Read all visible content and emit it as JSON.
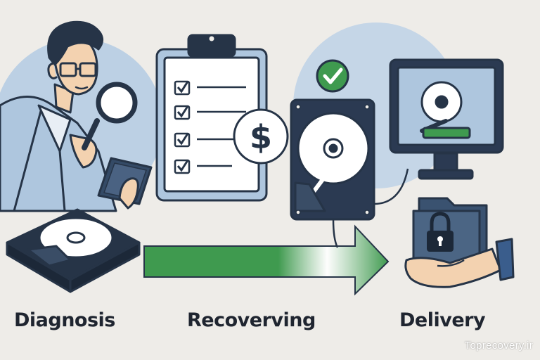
{
  "steps": [
    {
      "label": "Diagnosis"
    },
    {
      "label": "Recoverving"
    },
    {
      "label": "Delivery"
    }
  ],
  "price_symbol": "$",
  "watermark": "Toprecovery.ir",
  "colors": {
    "background": "#eeece8",
    "navy": "#263447",
    "light_blue": "#b9cde2",
    "green": "#3f9a4f",
    "skin": "#f3d2b0",
    "white": "#ffffff"
  },
  "icons": [
    "magnifier-icon",
    "tablet-icon",
    "checklist-icon",
    "dollar-icon",
    "hard-drive-icon",
    "checkmark-icon",
    "monitor-icon",
    "folder-icon",
    "lock-icon",
    "hand-icon",
    "arrow-icon"
  ]
}
